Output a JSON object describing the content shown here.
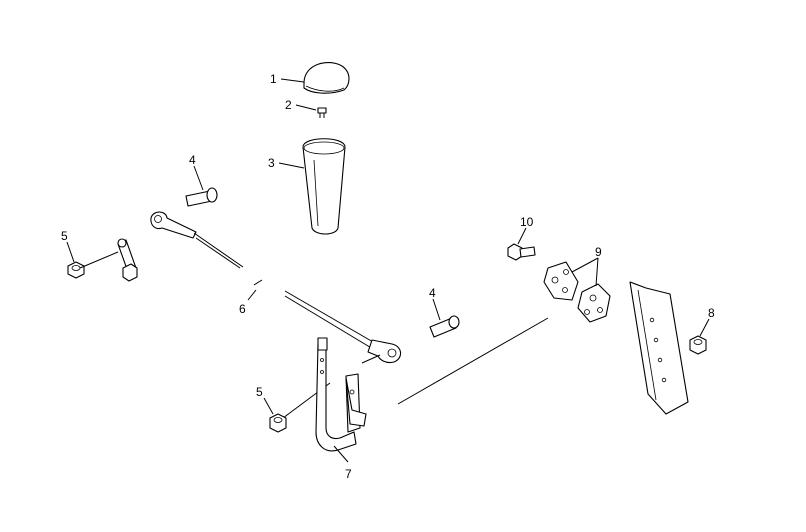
{
  "diagram": {
    "callouts": [
      {
        "id": "1",
        "text": "1"
      },
      {
        "id": "2",
        "text": "2"
      },
      {
        "id": "3",
        "text": "3"
      },
      {
        "id": "4a",
        "text": "4"
      },
      {
        "id": "4b",
        "text": "4"
      },
      {
        "id": "5a",
        "text": "5"
      },
      {
        "id": "5b",
        "text": "5"
      },
      {
        "id": "6",
        "text": "6"
      },
      {
        "id": "7",
        "text": "7"
      },
      {
        "id": "8",
        "text": "8"
      },
      {
        "id": "9",
        "text": "9"
      },
      {
        "id": "10",
        "text": "10"
      }
    ],
    "parts": [
      {
        "callout": "1",
        "icon": "shift-knob"
      },
      {
        "callout": "2",
        "icon": "small-screw"
      },
      {
        "callout": "3",
        "icon": "boot-cone"
      },
      {
        "callout": "4",
        "icon": "pin-bolt"
      },
      {
        "callout": "5",
        "icon": "lock-nut"
      },
      {
        "callout": "6",
        "icon": "shift-rod"
      },
      {
        "callout": "7",
        "icon": "shift-lever"
      },
      {
        "callout": "8",
        "icon": "lock-nut"
      },
      {
        "callout": "9",
        "icon": "mounting-bracket"
      },
      {
        "callout": "10",
        "icon": "bolt"
      }
    ]
  }
}
